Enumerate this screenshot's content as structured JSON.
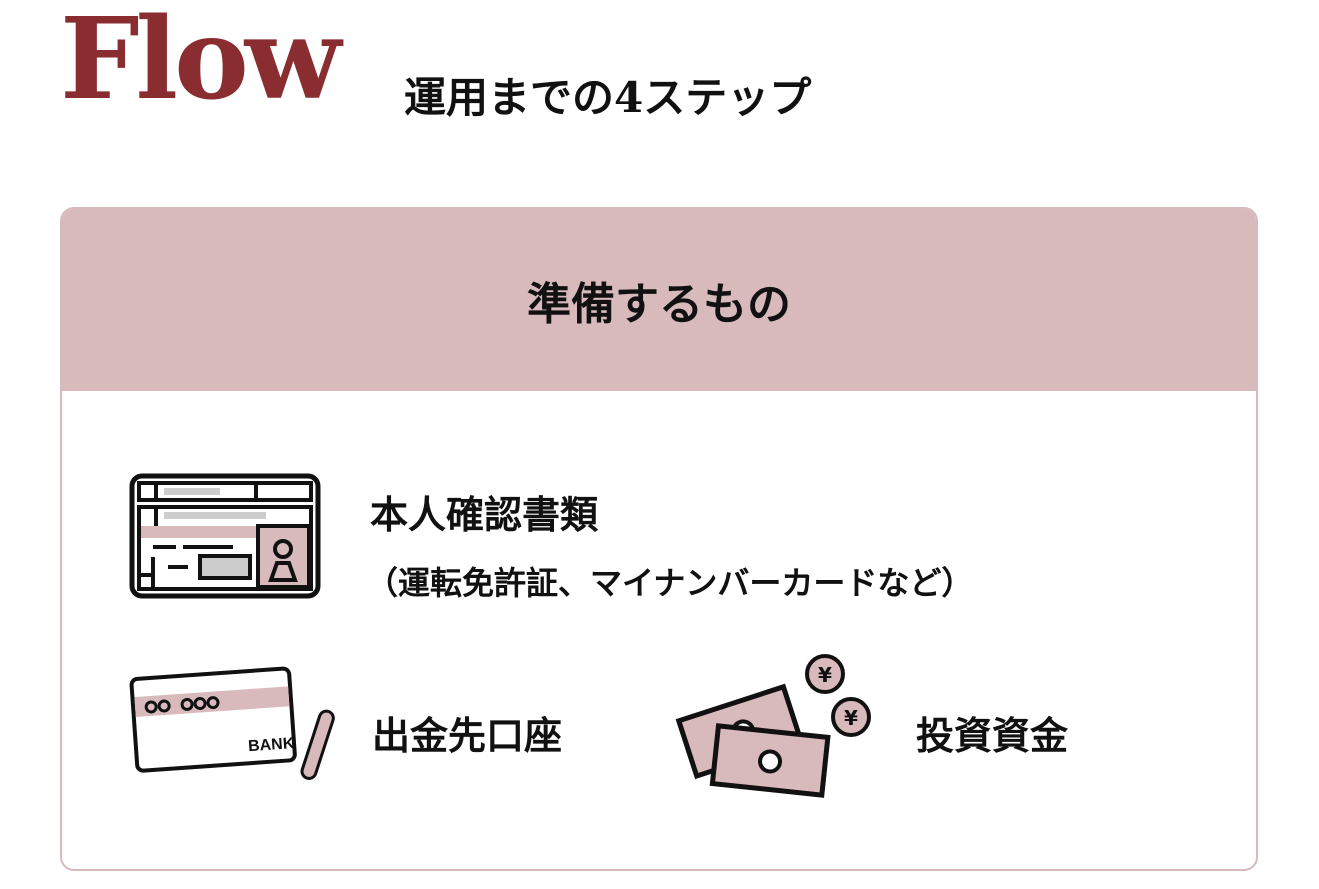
{
  "heading": {
    "title": "Flow",
    "subtitle": "運用までの4ステップ"
  },
  "card": {
    "title": "準備するもの",
    "items": [
      {
        "label": "本人確認書類",
        "note": "（運転免許証、マイナンバーカードなど）",
        "icon": "id-card-icon"
      },
      {
        "label": "出金先口座",
        "icon": "bank-card-icon",
        "icon_text": "BANK"
      },
      {
        "label": "投資資金",
        "icon": "money-icon"
      }
    ]
  },
  "colors": {
    "accent": "#8a2d31",
    "header": "#d8babd"
  }
}
